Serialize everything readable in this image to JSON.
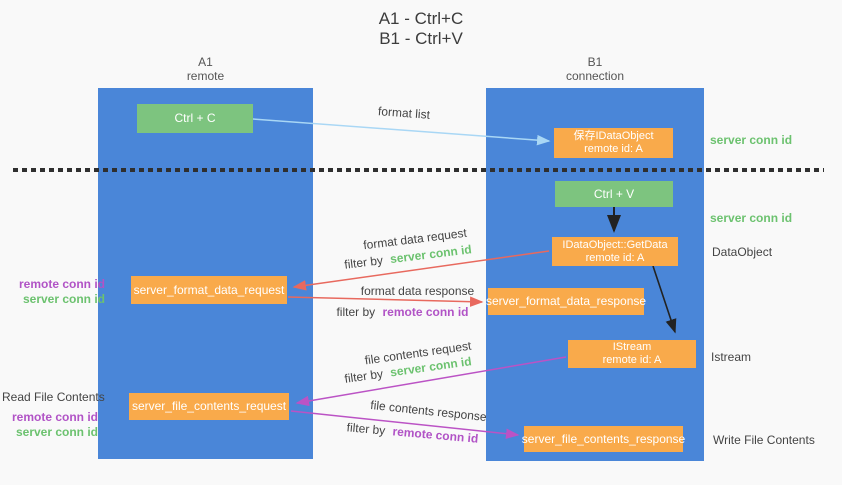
{
  "title": {
    "line1": "A1 - Ctrl+C",
    "line2": "B1 - Ctrl+V"
  },
  "lanes": {
    "left": {
      "name": "A1",
      "role": "remote"
    },
    "right": {
      "name": "B1",
      "role": "connection"
    }
  },
  "nodes": {
    "ctrl_c": {
      "label": "Ctrl + C"
    },
    "save_dataobject": {
      "line1": "保存IDataObject",
      "line2": "remote id: A"
    },
    "ctrl_v": {
      "label": "Ctrl + V"
    },
    "getdata": {
      "line1": "IDataObject::GetData",
      "line2": "remote id: A"
    },
    "istream": {
      "line1": "IStream",
      "line2": "remote id: A"
    },
    "server_format_data_request": {
      "label": "server_format_data_request"
    },
    "server_format_data_response": {
      "label": "server_format_data_response"
    },
    "server_file_contents_request": {
      "label": "server_file_contents_request"
    },
    "server_file_contents_response": {
      "label": "server_file_contents_response"
    }
  },
  "flow_labels": {
    "format_list": "format list",
    "format_data_request": "format data request",
    "format_data_response": "format data response",
    "file_contents_request": "file contents request",
    "file_contents_response": "file contents response",
    "filter_by": "filter by",
    "server_conn_id": "server conn id",
    "remote_conn_id": "remote conn id"
  },
  "annotations": {
    "left_mid": {
      "remote_conn_id": "remote conn id",
      "server_conn_id": "server conn id"
    },
    "left_bottom": {
      "title": "Read File Contents",
      "remote_conn_id": "remote conn id",
      "server_conn_id": "server conn id"
    },
    "right_server_conn_id_top": "server conn id",
    "right_server_conn_id_mid": "server conn id",
    "right_dataobject": "DataObject",
    "right_istream": "Istream",
    "right_write_file_contents": "Write File Contents"
  },
  "colors": {
    "lane_blue": "#4a86d8",
    "node_green": "#7dc47f",
    "node_orange": "#f9aa4b",
    "arrow_light_blue": "#a9d7f5",
    "arrow_red": "#e8695e",
    "arrow_purple": "#bb53c5",
    "arrow_black": "#222222",
    "text_green": "#6cc26f",
    "text_purple": "#b153c6",
    "text_dark": "#444444",
    "divider": "#2f2f2f",
    "background": "#f9f9f9"
  }
}
